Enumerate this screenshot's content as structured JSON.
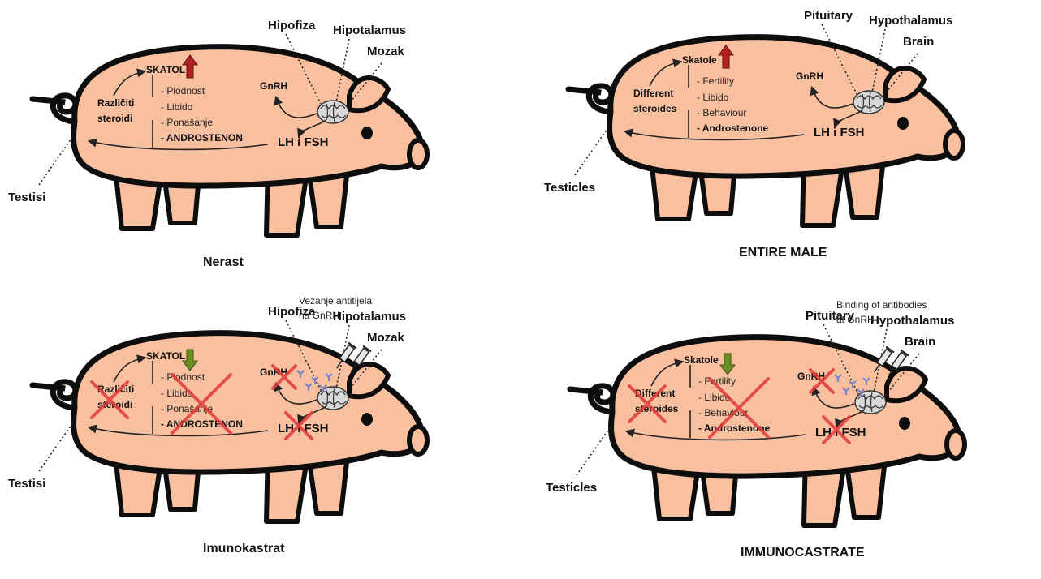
{
  "colors": {
    "body": "#f9c0a0",
    "outline": "#0d0d0d",
    "arrow_up": "#b22222",
    "arrow_down": "#6b8e23",
    "cross": "#e03a3a",
    "antibody": "#7a86c8"
  },
  "panels": [
    {
      "id": "nerast",
      "caption": "Nerast",
      "skatol": "SKATOL",
      "skatol_trend": "up",
      "steroids": [
        "Različiti",
        "steroidi"
      ],
      "effects": [
        "- Plodnost",
        "- Libido",
        "- Ponašanje",
        "- ANDROSTENON"
      ],
      "gnrh": "GnRH",
      "lhfsh": "LH i FSH",
      "pituitary": "Hipofiza",
      "hypothalamus": "Hipotalamus",
      "brain": "Mozak",
      "testicles": "Testisi",
      "binding": [
        "",
        ""
      ],
      "immuno": false
    },
    {
      "id": "entire-male",
      "caption": "ENTIRE MALE",
      "skatol": "Skatole",
      "skatol_trend": "up",
      "steroids": [
        "Different",
        "steroides"
      ],
      "effects": [
        "- Fertility",
        "- Libido",
        "- Behaviour",
        "- Androstenone"
      ],
      "gnrh": "GnRH",
      "lhfsh": "LH i FSH",
      "pituitary": "Pituitary",
      "hypothalamus": "Hypothalamus",
      "brain": "Brain",
      "testicles": "Testicles",
      "binding": [
        "",
        ""
      ],
      "immuno": false
    },
    {
      "id": "imunokastrat",
      "caption": "Imunokastrat",
      "skatol": "SKATOL",
      "skatol_trend": "down",
      "steroids": [
        "Različiti",
        "steroidi"
      ],
      "effects": [
        "- Plodnost",
        "- Libido",
        "- Ponašanje",
        "- ANDROSTENON"
      ],
      "gnrh": "GnRH",
      "lhfsh": "LH i FSH",
      "pituitary": "Hipofiza",
      "hypothalamus": "Hipotalamus",
      "brain": "Mozak",
      "testicles": "Testisi",
      "binding": [
        "Vezanje antitijela",
        "na GnRH"
      ],
      "immuno": true
    },
    {
      "id": "immunocastrate",
      "caption": "IMMUNOCASTRATE",
      "skatol": "Skatole",
      "skatol_trend": "down",
      "steroids": [
        "Different",
        "steroides"
      ],
      "effects": [
        "- Fertility",
        "- Libido",
        "- Behaviour",
        "- Androstenone"
      ],
      "gnrh": "GnRH",
      "lhfsh": "LH i FSH",
      "pituitary": "Pituitary",
      "hypothalamus": "Hypothalamus",
      "brain": "Brain",
      "testicles": "Testicles",
      "binding": [
        "Binding of antibodies",
        "at GnRH"
      ],
      "immuno": true
    }
  ]
}
